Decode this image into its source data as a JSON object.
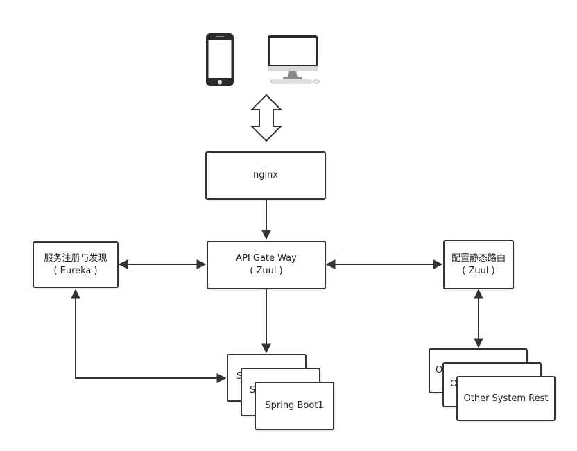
{
  "colors": {
    "stroke": "#333333",
    "box_fill": "#ffffff",
    "device_dark": "#2b2b2b",
    "device_light": "#d9d9d9"
  },
  "clients": {
    "phone_icon": "smartphone-icon",
    "desktop_icon": "desktop-computer-icon",
    "double_arrow_icon": "double-arrow-vertical-icon"
  },
  "nodes": {
    "nginx": {
      "label": "nginx"
    },
    "gateway": {
      "line1": "API Gate Way",
      "line2": "( Zuul )"
    },
    "eureka": {
      "line1": "服务注册与发现",
      "line2": "( Eureka )"
    },
    "static_route": {
      "line1": "配置静态路由",
      "line2": "( Zuul )"
    },
    "spring_stack": {
      "back_label": "S",
      "middle_label": "S",
      "front_label": "Spring Boot1"
    },
    "other_stack": {
      "back_label": "O",
      "middle_label": "O",
      "front_label": "Other System Rest"
    }
  }
}
